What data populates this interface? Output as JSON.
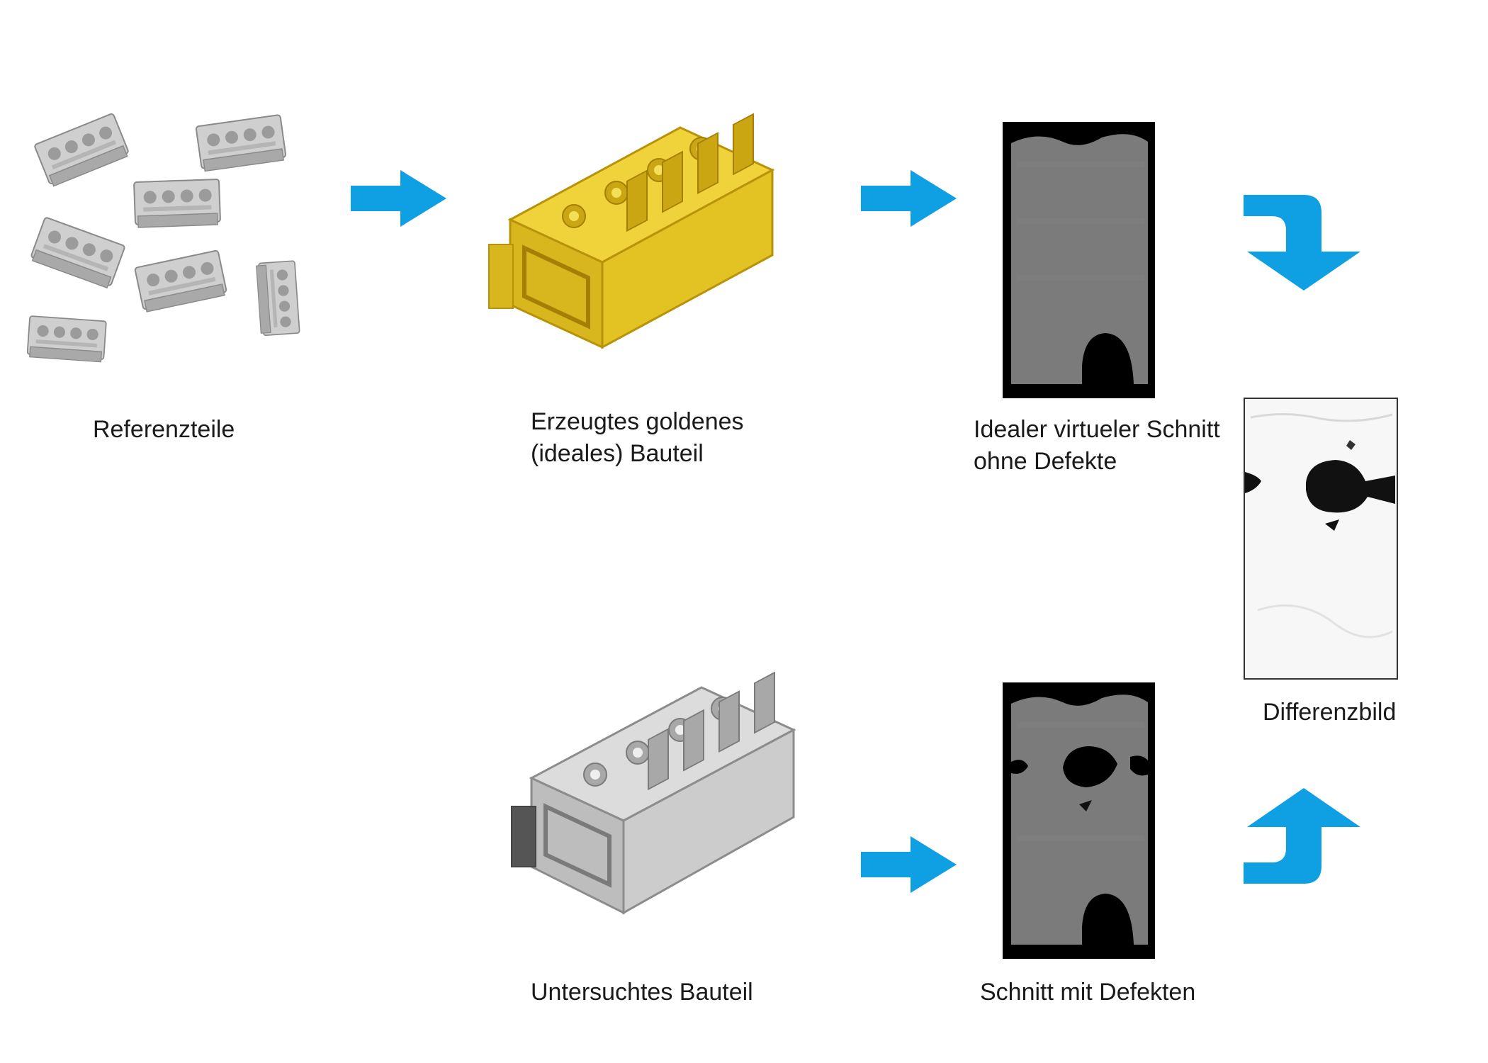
{
  "colors": {
    "arrow": "#0f9fe3",
    "gold": "#e8c620",
    "gold_dark": "#b8930a",
    "silver": "#c9c9c9",
    "silver_dark": "#8c8c8c",
    "ct_background": "#000000",
    "ct_material": "#7b7b7b"
  },
  "labels": {
    "reference_parts": "Referenzteile",
    "golden_part_line1": "Erzeugtes goldenes",
    "golden_part_line2": "(ideales) Bauteil",
    "ideal_section_line1": "Idealer virtueler Schnitt",
    "ideal_section_line2": "ohne Defekte",
    "difference_image": "Differenzbild",
    "inspected_part": "Untersuchtes Bauteil",
    "section_with_defects": "Schnitt mit Defekten"
  },
  "icons": {
    "arrow_right": "arrow-right-icon",
    "arrow_turn_down": "arrow-turn-down-icon",
    "arrow_turn_up": "arrow-turn-up-icon"
  }
}
